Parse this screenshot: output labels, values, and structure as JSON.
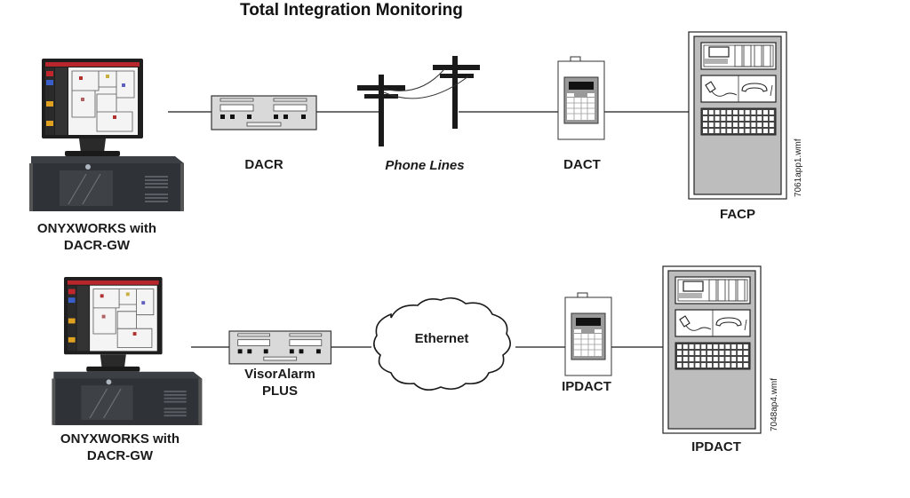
{
  "title": "Total Integration Monitoring",
  "rows": [
    {
      "name": "phone-line-path",
      "nodes": [
        {
          "id": "workstation",
          "label_line1": "ONYXWORKS with",
          "label_line2": "DACR-GW"
        },
        {
          "id": "dacr",
          "label": "DACR"
        },
        {
          "id": "phone-lines",
          "label": "Phone Lines"
        },
        {
          "id": "dact",
          "label": "DACT"
        },
        {
          "id": "facp",
          "label": "FACP",
          "file_ref": "7061app1.wmf"
        }
      ]
    },
    {
      "name": "ethernet-path",
      "nodes": [
        {
          "id": "workstation",
          "label_line1": "ONYXWORKS with",
          "label_line2": "DACR-GW"
        },
        {
          "id": "visoralarm",
          "label_line1": "VisorAlarm",
          "label_line2": "PLUS"
        },
        {
          "id": "ethernet",
          "label": "Ethernet"
        },
        {
          "id": "ipdact-module",
          "label": "IPDACT"
        },
        {
          "id": "ipdact-panel",
          "label": "IPDACT",
          "file_ref": "7048ap4.wmf"
        }
      ]
    }
  ],
  "colors": {
    "line": "#1a1a1a",
    "device_fill": "#d9d9d9",
    "panel_fill": "#bdbdbd",
    "accent_red": "#c0262b"
  }
}
